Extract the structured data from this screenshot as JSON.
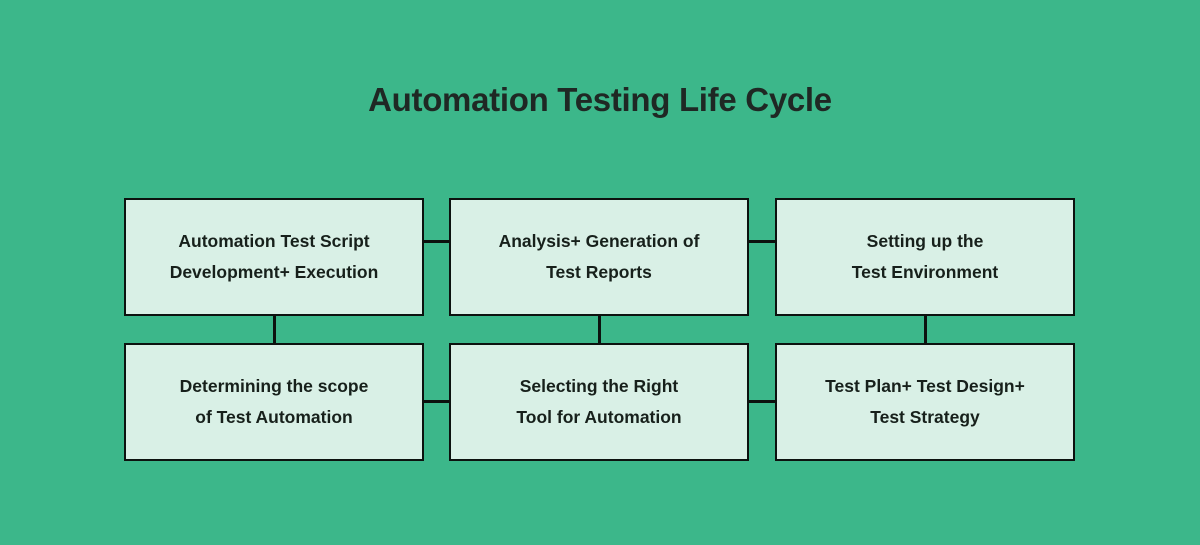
{
  "title": "Automation Testing Life Cycle",
  "boxes": [
    {
      "line1": "Automation Test Script",
      "line2": "Development+ Execution"
    },
    {
      "line1": "Analysis+ Generation of",
      "line2": "Test Reports"
    },
    {
      "line1": "Setting up the",
      "line2": "Test Environment"
    },
    {
      "line1": "Determining the scope",
      "line2": "of Test Automation"
    },
    {
      "line1": "Selecting the Right",
      "line2": "Tool for Automation"
    },
    {
      "line1": "Test Plan+ Test Design+",
      "line2": "Test Strategy"
    }
  ],
  "colors": {
    "background": "#3cb78a",
    "box_fill": "#d9f0e6",
    "line": "#0c120f",
    "title_text": "#1f2824",
    "box_text": "#17201b"
  }
}
